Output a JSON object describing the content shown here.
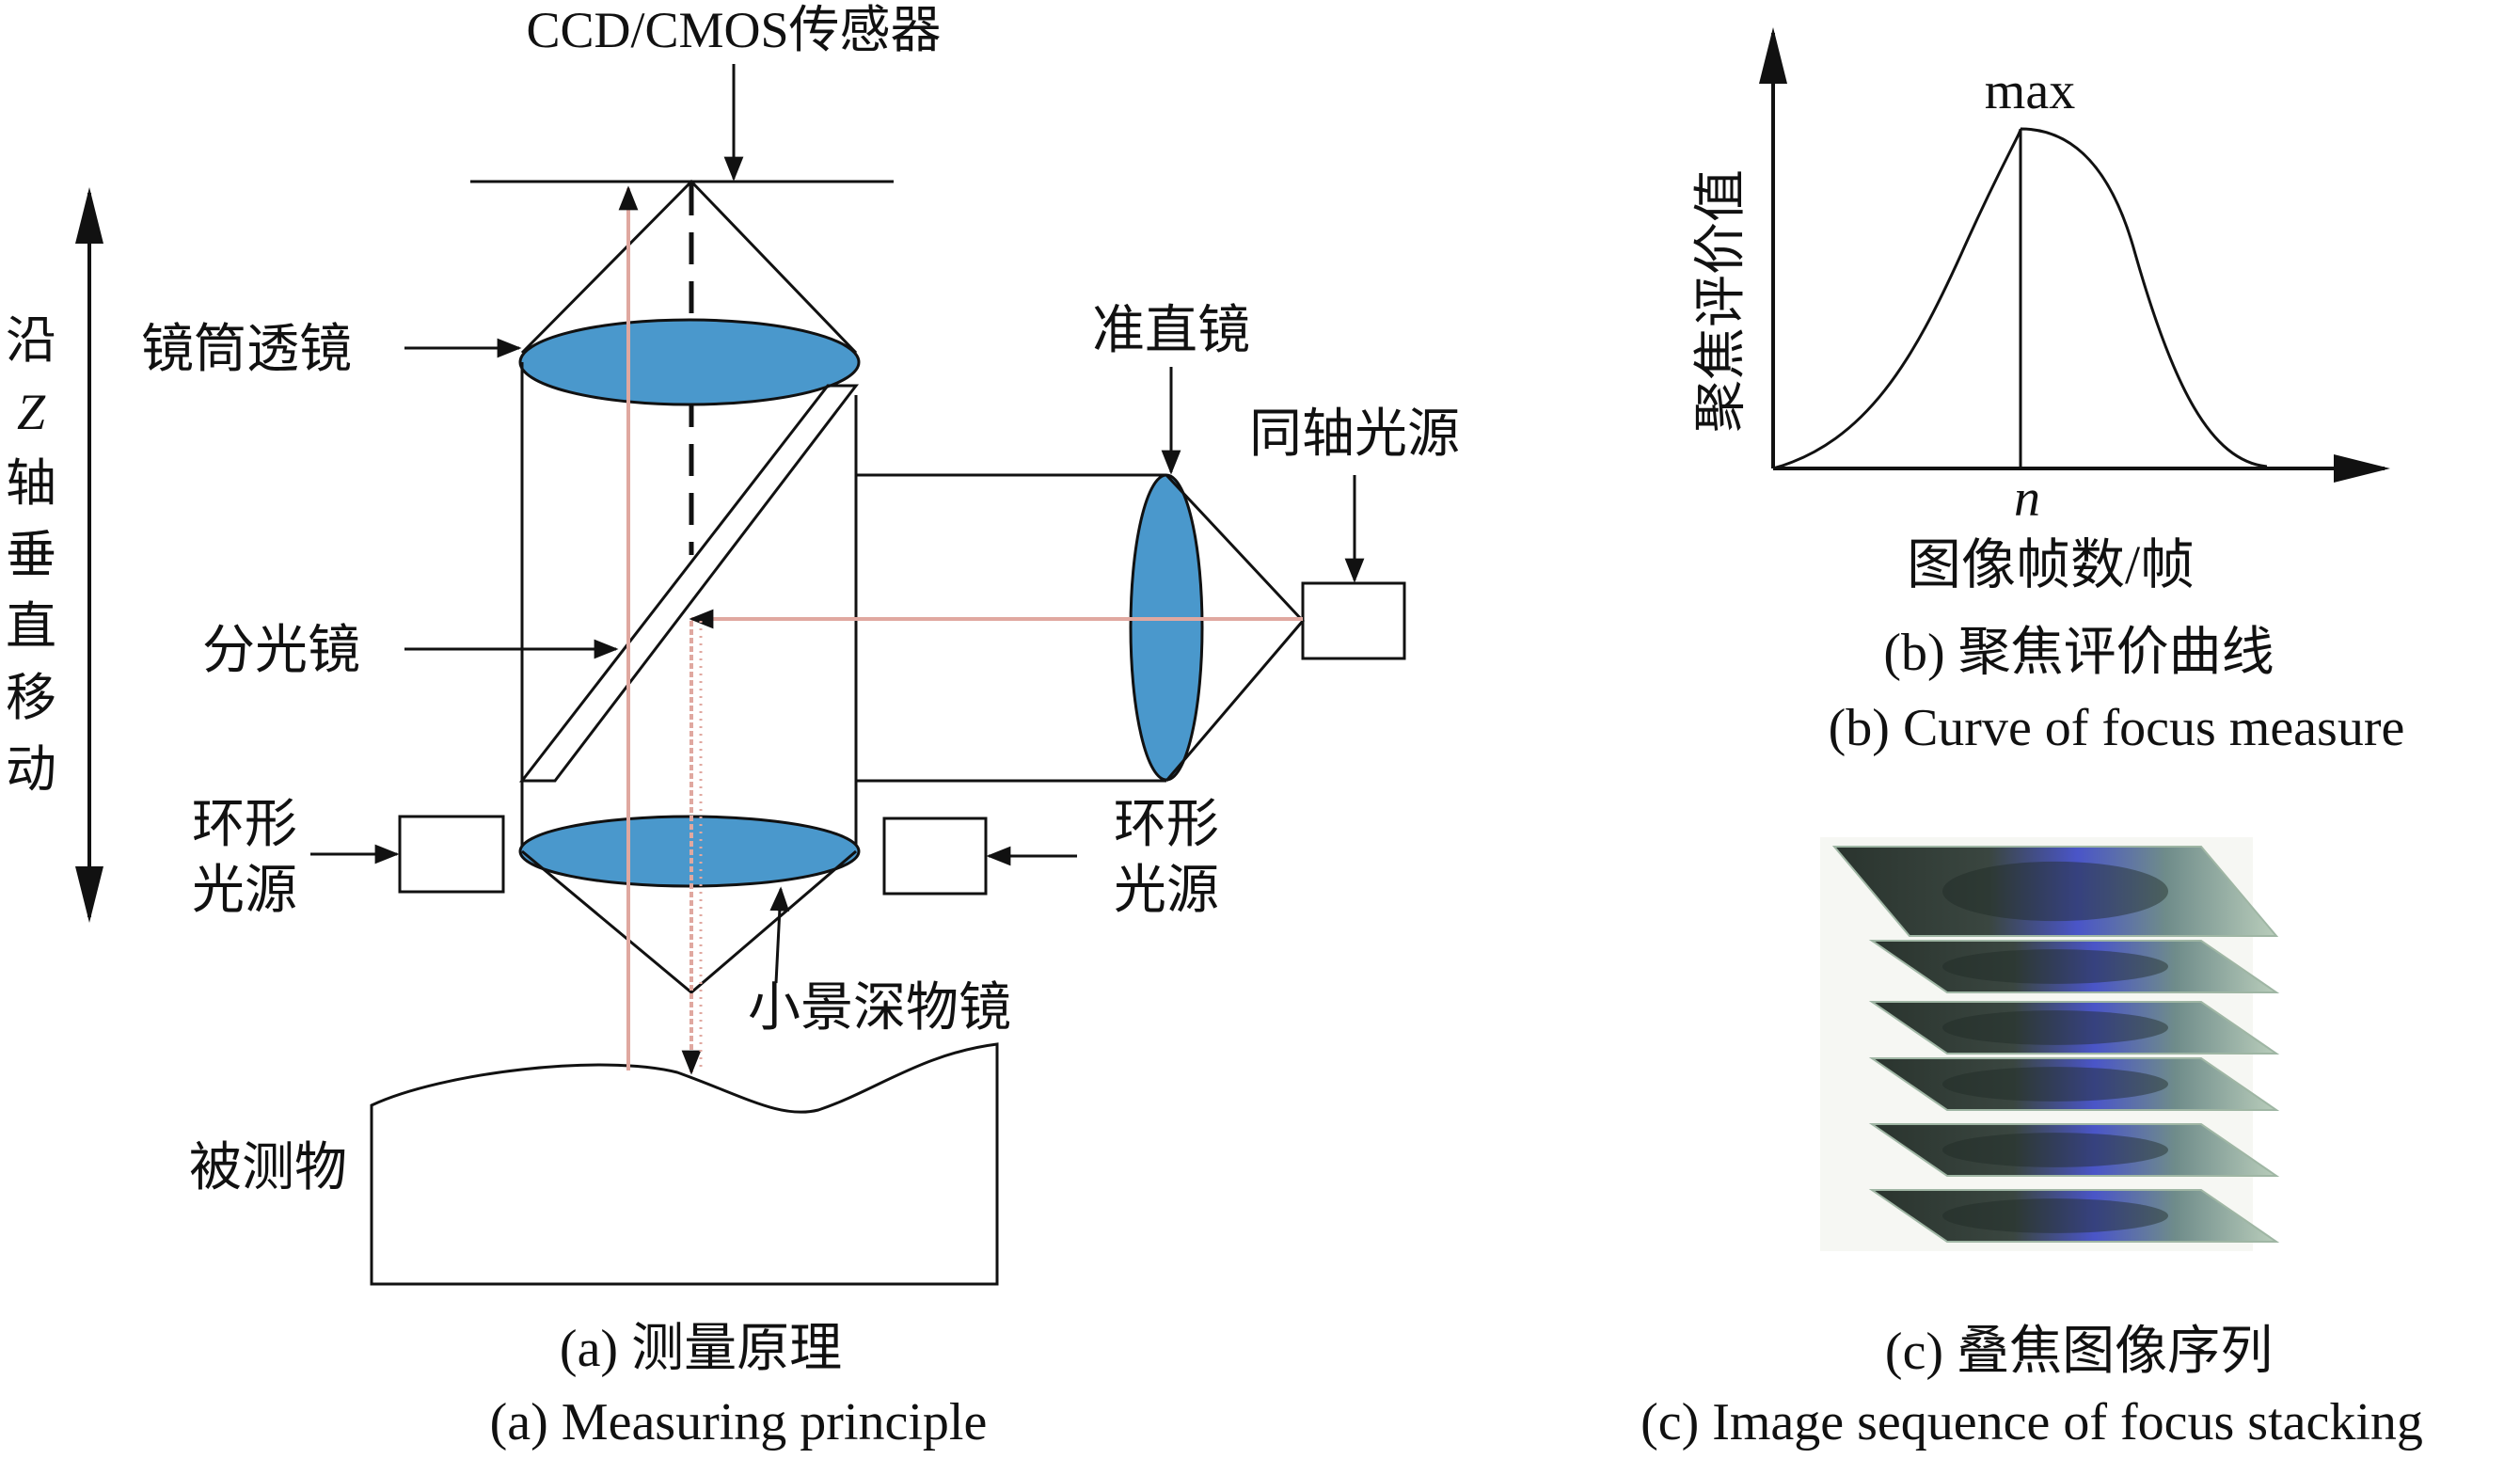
{
  "colors": {
    "line": "#111111",
    "lens_fill": "#4a98cc",
    "ray": "#e0a8a0",
    "stack_bg": "#8aa28c",
    "stack_dark": "#2f3a34",
    "stack_blue": "#4a55c8"
  },
  "panel_a": {
    "sensor": "CCD/CMOS传感器",
    "tube_lens": "镜筒透镜",
    "splitter": "分光镜",
    "collimator": "准直镜",
    "coaxial_light": "同轴光源",
    "ring_light_left_1": "环形",
    "ring_light_left_2": "光源",
    "ring_light_right_1": "环形",
    "ring_light_right_2": "光源",
    "objective": "小景深物镜",
    "object": "被测物",
    "z_axis": [
      "沿",
      "Z",
      "轴",
      "垂",
      "直",
      "移",
      "动"
    ],
    "caption_cn": "(a) 测量原理",
    "caption_en": "(a) Measuring principle"
  },
  "panel_b": {
    "y_label": "聚焦评价值",
    "x_label": "图像帧数/帧",
    "peak_label": "max",
    "peak_x_label": "n",
    "caption_cn": "(b) 聚焦评价曲线",
    "caption_en": "(b) Curve of focus measure"
  },
  "panel_c": {
    "caption_cn": "(c) 叠焦图像序列",
    "caption_en": "(c) Image sequence of focus stacking",
    "frame_count": 6
  }
}
